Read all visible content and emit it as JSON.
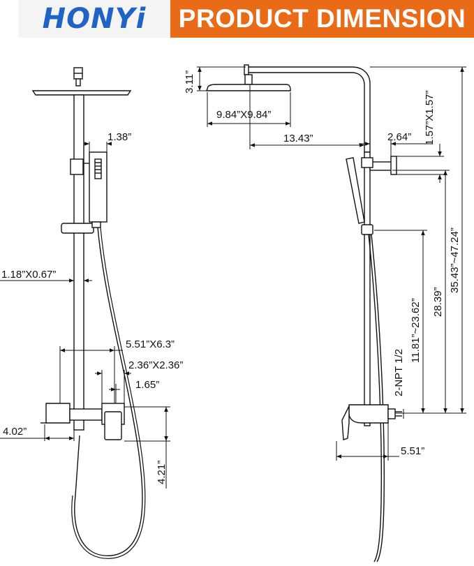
{
  "header": {
    "brand": "HONYi",
    "title": "PRODUCT DIMENSION"
  },
  "front_view": {
    "dim_handshower_width": "1.38”",
    "dim_bracket": "1.18”X0.67”",
    "dim_tub_spout": "5.51”X6.3”",
    "dim_valve_plate": "2.36”X2.36”",
    "dim_valve_offset": "1.65”",
    "dim_spout_reach": "4.02”",
    "dim_valve_height": "4.21”"
  },
  "side_view": {
    "dim_arm_height": "3.11”",
    "dim_head_size": "9.84”X9.84”",
    "dim_arm_reach": "13.43”",
    "dim_wall_offset": "2.64”",
    "dim_mount_plate": "1.57”X1.57”",
    "dim_outlet_distance": "28.39”",
    "dim_total_height": "35.43”~47.24”",
    "dim_adjust_range": "11.81”~23.62”",
    "dim_inlet": "2-NPT 1/2",
    "dim_valve_depth": "5.51”"
  }
}
